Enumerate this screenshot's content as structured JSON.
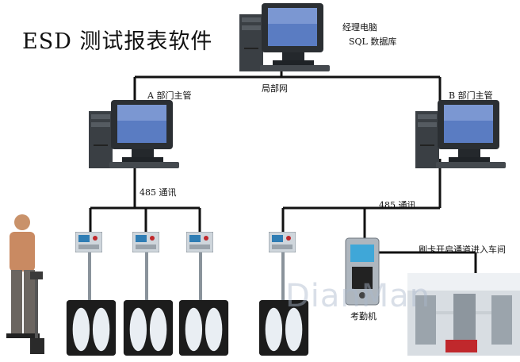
{
  "title": "ESD 测试报表软件",
  "labels": {
    "manager": "经理电脑",
    "sql": "SQL 数据库",
    "lan": "局部网",
    "dept_a": "A 部门主管",
    "dept_b": "B 部门主管",
    "comm_a": "485 通讯",
    "comm_b": "485 通讯",
    "attendance": "考勤机",
    "gate": "刷卡开启通道进入车间"
  },
  "watermark": "DianMan",
  "colors": {
    "line": "#111111",
    "monitor_dark": "#2b2f33",
    "screen": "#5a7cc2",
    "tester_panel": "#cfd6dc",
    "tester_screen": "#2f7db4",
    "shoe_pad": "#1c1c1c",
    "accent_red": "#c0282c"
  }
}
